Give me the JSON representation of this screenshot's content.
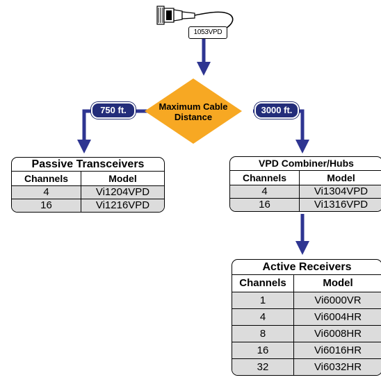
{
  "colors": {
    "connector_blue": "#2e3591",
    "diamond_orange": "#f7a823",
    "pill_navy": "#232d7a",
    "row_shade": "#dcdcdc"
  },
  "source": {
    "icon": "bnc-connector-icon",
    "model_tag": "1053VPD"
  },
  "decision": {
    "line1": "Maximum Cable",
    "line2": "Distance"
  },
  "distances": {
    "left": "750 ft.",
    "right": "3000 ft."
  },
  "passive": {
    "title": "Passive Transceivers",
    "col1": "Channels",
    "col2": "Model",
    "rows": [
      {
        "channels": "4",
        "model": "Vi1204VPD"
      },
      {
        "channels": "16",
        "model": "Vi1216VPD"
      }
    ]
  },
  "combiner": {
    "title": "VPD Combiner/Hubs",
    "col1": "Channels",
    "col2": "Model",
    "rows": [
      {
        "channels": "4",
        "model": "Vi1304VPD"
      },
      {
        "channels": "16",
        "model": "Vi1316VPD"
      }
    ]
  },
  "active": {
    "title": "Active Receivers",
    "col1": "Channels",
    "col2": "Model",
    "rows": [
      {
        "channels": "1",
        "model": "Vi6000VR"
      },
      {
        "channels": "4",
        "model": "Vi6004HR"
      },
      {
        "channels": "8",
        "model": "Vi6008HR"
      },
      {
        "channels": "16",
        "model": "Vi6016HR"
      },
      {
        "channels": "32",
        "model": "Vi6032HR"
      }
    ]
  }
}
